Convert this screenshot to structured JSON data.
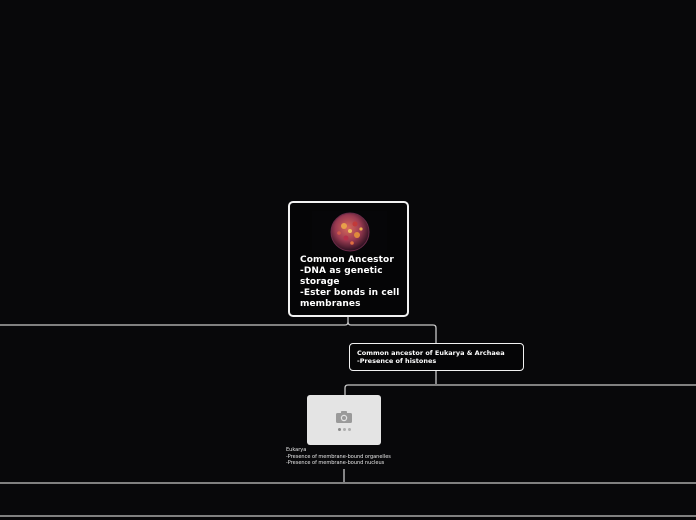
{
  "colors": {
    "background": "#08080a",
    "node_border": "#f2f2f2",
    "connector": "#c8c8c8",
    "text": "#ffffff",
    "placeholder_card": "#e4e4e4",
    "placeholder_icon": "#9a9a9a"
  },
  "root": {
    "text": "Common Ancestor\n-DNA as genetic storage\n-Ester bonds in cell membranes",
    "image_icon": "virus-cell-image"
  },
  "child": {
    "text": "Common ancestor of Eukarya & Archaea\n-Presence of histones"
  },
  "leaf": {
    "image_icon": "camera-icon",
    "text": "Eukarya\n-Presence of membrane-bound organelles\n-Presence of membrane-bound nucleus"
  }
}
